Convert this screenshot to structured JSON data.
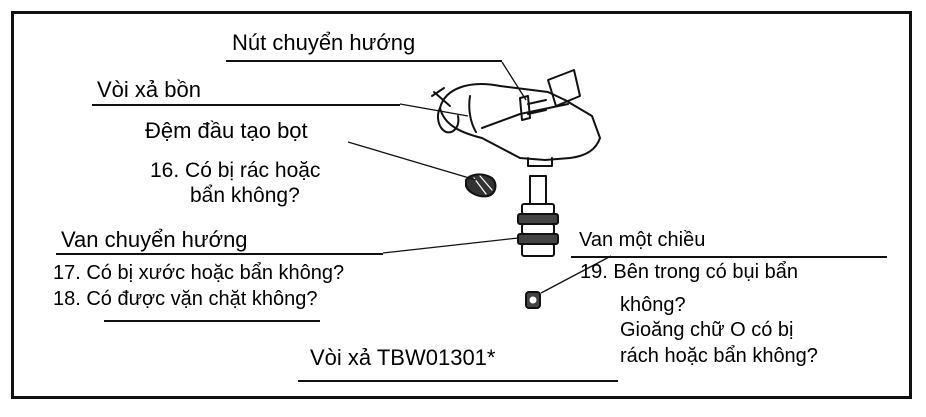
{
  "labels": {
    "switch_button": "Nút chuyển hướng",
    "tub_spout": "Vòi xả bồn",
    "aerator": "Đệm đầu tạo bọt",
    "q16_line1": "16. Có bị rác hoặc",
    "q16_line2": "bẩn không?",
    "diverter_valve": "Van chuyển hướng",
    "q17": "17. Có bị xước hoặc bẩn không?",
    "q18": "18. Có được vặn chặt không?",
    "check_valve": "Van một chiều",
    "q19_line1": "19. Bên trong có bụi bẩn",
    "q19_line2": "không?",
    "q19_line3": "Gioăng chữ O có bị",
    "q19_line4": "rách hoặc bẩn không?",
    "model": "Vòi xả TBW01301*"
  }
}
